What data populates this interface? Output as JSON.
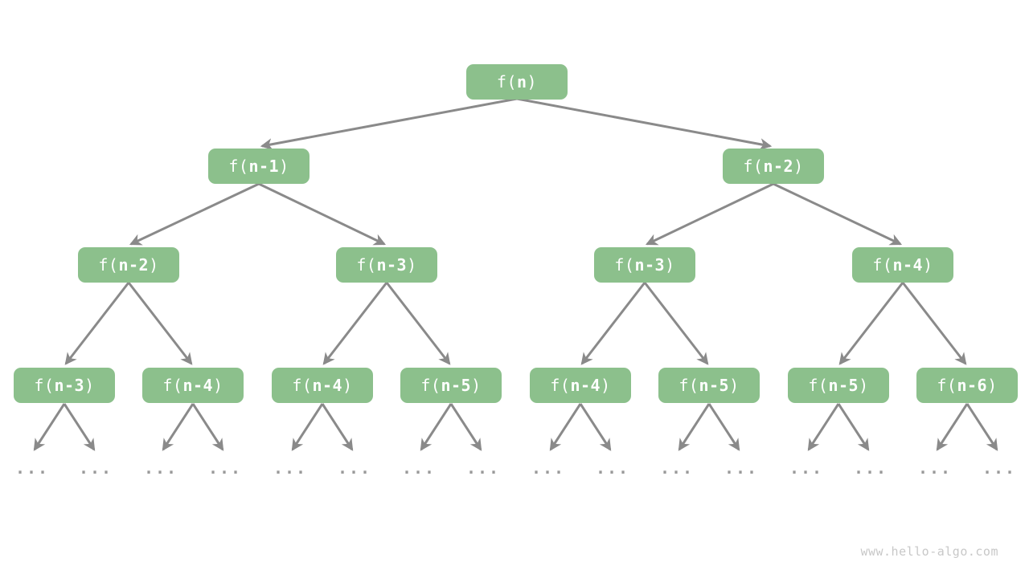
{
  "palette": {
    "node_green": "#8CC08C",
    "node_text": "#FFFFFF",
    "arrow_gray": "#8A8A8A",
    "dots_gray": "#9A9A9A",
    "watermark_gray": "#C8C8C8",
    "background": "#FFFFFF"
  },
  "watermark": "www.hello-algo.com",
  "ellipsis": "...",
  "tree": {
    "description": "Recursion tree of f(n) = f(n-1) + f(n-2)",
    "nodes": [
      {
        "level": 0,
        "pre": "f(",
        "arg": "n",
        "post": ")",
        "label": "f(n)"
      },
      {
        "level": 1,
        "pre": "f(",
        "arg": "n-1",
        "post": ")",
        "label": "f(n-1)"
      },
      {
        "level": 1,
        "pre": "f(",
        "arg": "n-2",
        "post": ")",
        "label": "f(n-2)"
      },
      {
        "level": 2,
        "pre": "f(",
        "arg": "n-2",
        "post": ")",
        "label": "f(n-2)"
      },
      {
        "level": 2,
        "pre": "f(",
        "arg": "n-3",
        "post": ")",
        "label": "f(n-3)"
      },
      {
        "level": 2,
        "pre": "f(",
        "arg": "n-3",
        "post": ")",
        "label": "f(n-3)"
      },
      {
        "level": 2,
        "pre": "f(",
        "arg": "n-4",
        "post": ")",
        "label": "f(n-4)"
      },
      {
        "level": 3,
        "pre": "f(",
        "arg": "n-3",
        "post": ")",
        "label": "f(n-3)"
      },
      {
        "level": 3,
        "pre": "f(",
        "arg": "n-4",
        "post": ")",
        "label": "f(n-4)"
      },
      {
        "level": 3,
        "pre": "f(",
        "arg": "n-4",
        "post": ")",
        "label": "f(n-4)"
      },
      {
        "level": 3,
        "pre": "f(",
        "arg": "n-5",
        "post": ")",
        "label": "f(n-5)"
      },
      {
        "level": 3,
        "pre": "f(",
        "arg": "n-4",
        "post": ")",
        "label": "f(n-4)"
      },
      {
        "level": 3,
        "pre": "f(",
        "arg": "n-5",
        "post": ")",
        "label": "f(n-5)"
      },
      {
        "level": 3,
        "pre": "f(",
        "arg": "n-5",
        "post": ")",
        "label": "f(n-5)"
      },
      {
        "level": 3,
        "pre": "f(",
        "arg": "n-6",
        "post": ")",
        "label": "f(n-6)"
      }
    ]
  }
}
